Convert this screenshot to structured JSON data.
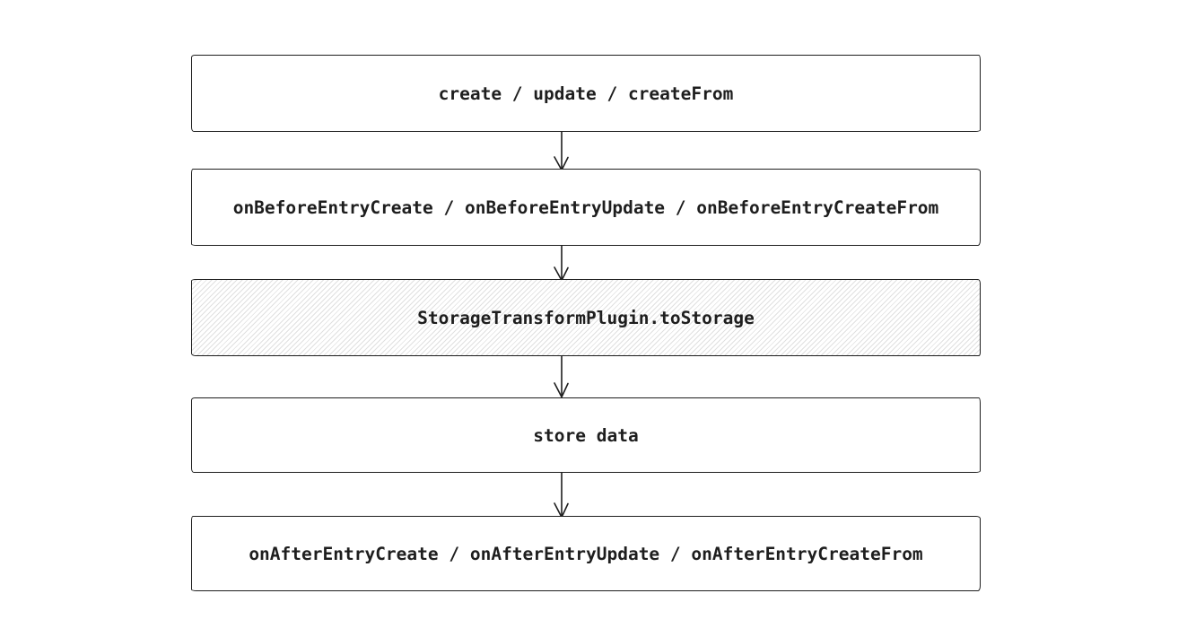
{
  "canvas": {
    "background": "#ffffff"
  },
  "diagram": {
    "type": "flowchart",
    "style": "hand-drawn",
    "stroke_color": "#1e1e1e",
    "text_color": "#1e1e1e",
    "hatch_color": "#e0e0e0",
    "nodes": [
      {
        "id": "create-update-createfrom",
        "label": "create / update / createFrom",
        "fill": "white"
      },
      {
        "id": "on-before-entry-hooks",
        "label": "onBeforeEntryCreate / onBeforeEntryUpdate / onBeforeEntryCreateFrom",
        "fill": "white"
      },
      {
        "id": "storage-transform-to-storage",
        "label": "StorageTransformPlugin.toStorage",
        "fill": "hatched"
      },
      {
        "id": "store-data",
        "label": "store data",
        "fill": "white"
      },
      {
        "id": "on-after-entry-hooks",
        "label": "onAfterEntryCreate / onAfterEntryUpdate / onAfterEntryCreateFrom",
        "fill": "white"
      }
    ],
    "edges": [
      {
        "from": "create-update-createfrom",
        "to": "on-before-entry-hooks",
        "direction": "down"
      },
      {
        "from": "on-before-entry-hooks",
        "to": "storage-transform-to-storage",
        "direction": "down"
      },
      {
        "from": "storage-transform-to-storage",
        "to": "store-data",
        "direction": "down"
      },
      {
        "from": "store-data",
        "to": "on-after-entry-hooks",
        "direction": "down"
      }
    ]
  }
}
